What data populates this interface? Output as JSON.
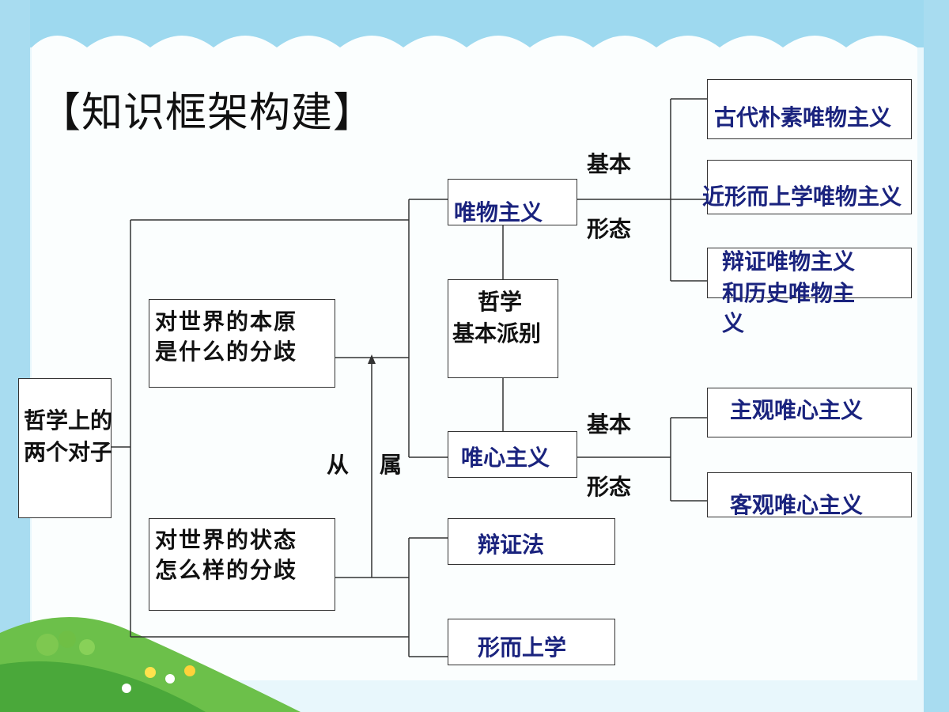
{
  "title": "【知识框架构建】",
  "nodes": {
    "root": "哲学上的两个对子",
    "q_origin_l1": "对世界的本原",
    "q_origin_l2": "是什么的分歧",
    "q_state_l1": "对世界的状态",
    "q_state_l2": "怎么样的分歧",
    "materialism": "唯物主义",
    "schools_l1": "哲学",
    "schools_l2": "基本派别",
    "idealism": "唯心主义",
    "dialectics": "辩证法",
    "metaphysics": "形而上学",
    "ancient": "古代朴素唯物主义",
    "modern": "近形而上学唯物主义",
    "dialectical_l1": "辩证唯物主义",
    "dialectical_l2": "和历史唯物主",
    "dialectical_l3": "义",
    "subjective": "主观唯心主义",
    "objective": "客观唯心主义"
  },
  "labels": {
    "jiben_1": "基本",
    "xingtai_1": "形态",
    "jiben_2": "基本",
    "xingtai_2": "形态",
    "cong": "从",
    "shu": "属"
  }
}
